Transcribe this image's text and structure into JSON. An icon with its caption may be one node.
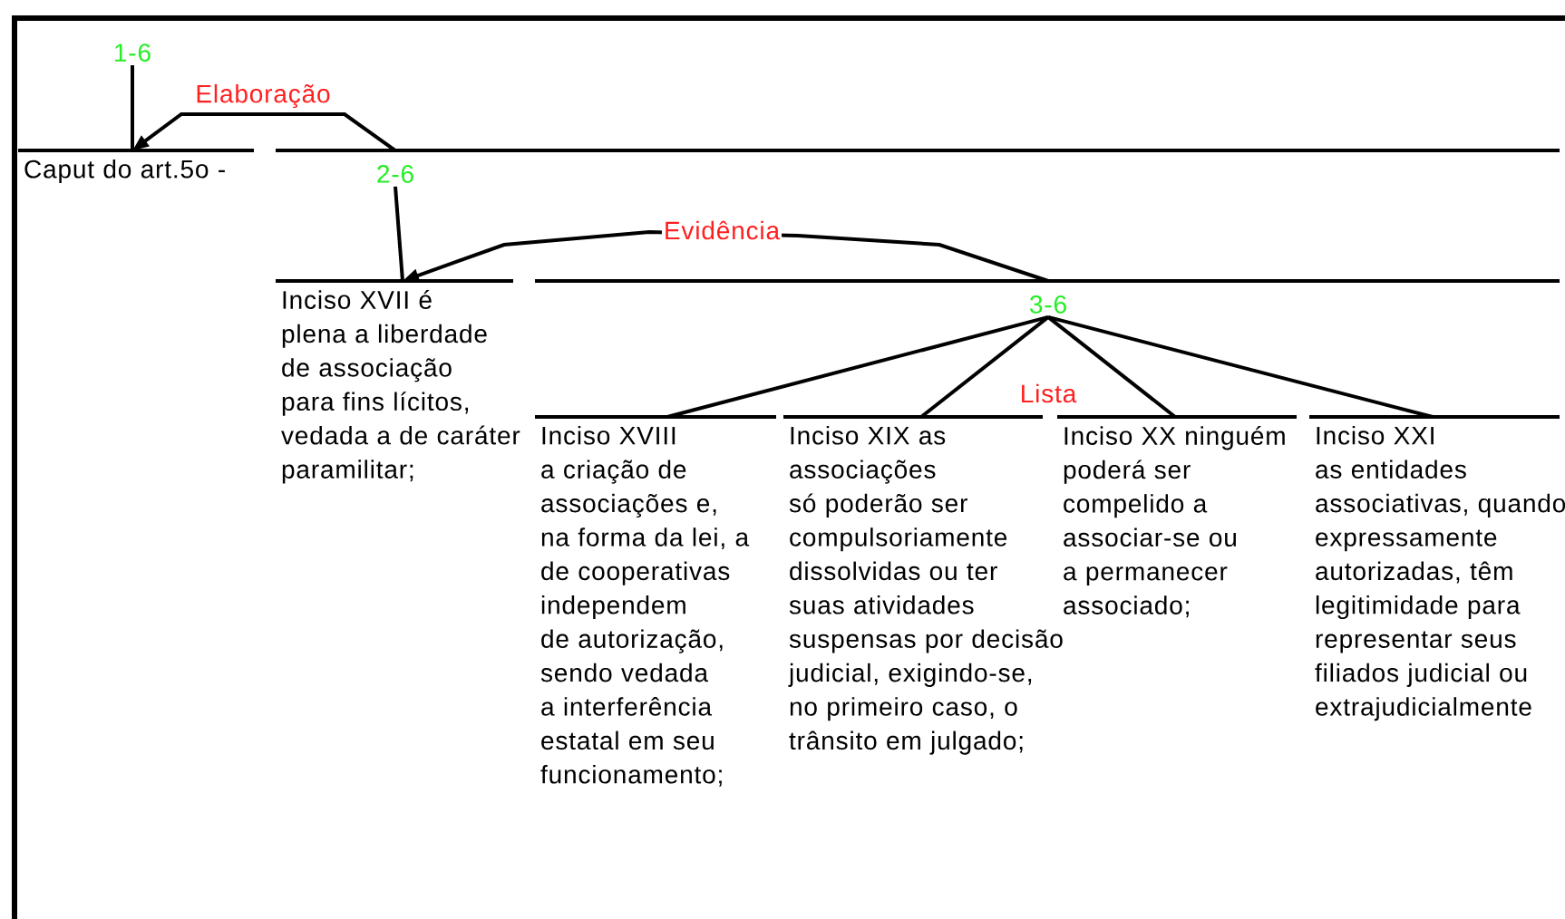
{
  "diagram": {
    "nodes": [
      {
        "text": [
          "1-6"
        ]
      },
      {
        "text": [
          "Caput do art.5o -"
        ]
      },
      {
        "text": [
          "2-6"
        ]
      },
      {
        "text": [
          "Inciso XVII é plena a liberdade de associação para fins lícitos, vedada a de caráter paramilitar;"
        ]
      },
      {
        "text": [
          "3-6"
        ]
      },
      {
        "text": [
          "Inciso XVIII a criação de associações e, na forma da lei, a de cooperativas independem de autorização, sendo vedada a interferência estatal em seu funcionamento;"
        ]
      },
      {
        "text": [
          "Inciso XIX as associações só poderão ser compulsoriamente dissolvidas ou ter suas atividades suspensas por decisão judicial, exigindo-se, no primeiro caso, o trânsito em julgado;"
        ]
      },
      {
        "text": [
          "Inciso XX ninguém poderá ser compelido a associar-se ou a permanecer associado;"
        ]
      },
      {
        "text": [
          "Inciso XXI as entidades associativas, quando expressamente autorizadas, têm legitimidade para representar seus filiados judicial ou extrajudicialmente"
        ]
      }
    ],
    "edges": [
      {
        "from": 0,
        "to": 1,
        "arrow": "none"
      },
      {
        "from": 2,
        "to": 1,
        "arrow": "to",
        "label": "Elaboração"
      },
      {
        "from": 2,
        "to": 3,
        "arrow": "none"
      },
      {
        "from": 4,
        "to": 3,
        "arrow": "to",
        "label": "Evidência"
      },
      {
        "from": 4,
        "to": 5,
        "arrow": "none"
      },
      {
        "from": 4,
        "to": 6,
        "arrow": "none"
      },
      {
        "from": 4,
        "to": 7,
        "arrow": "none"
      },
      {
        "from": 4,
        "to": 8,
        "arrow": "none"
      }
    ],
    "labels": [
      "Lista"
    ]
  }
}
